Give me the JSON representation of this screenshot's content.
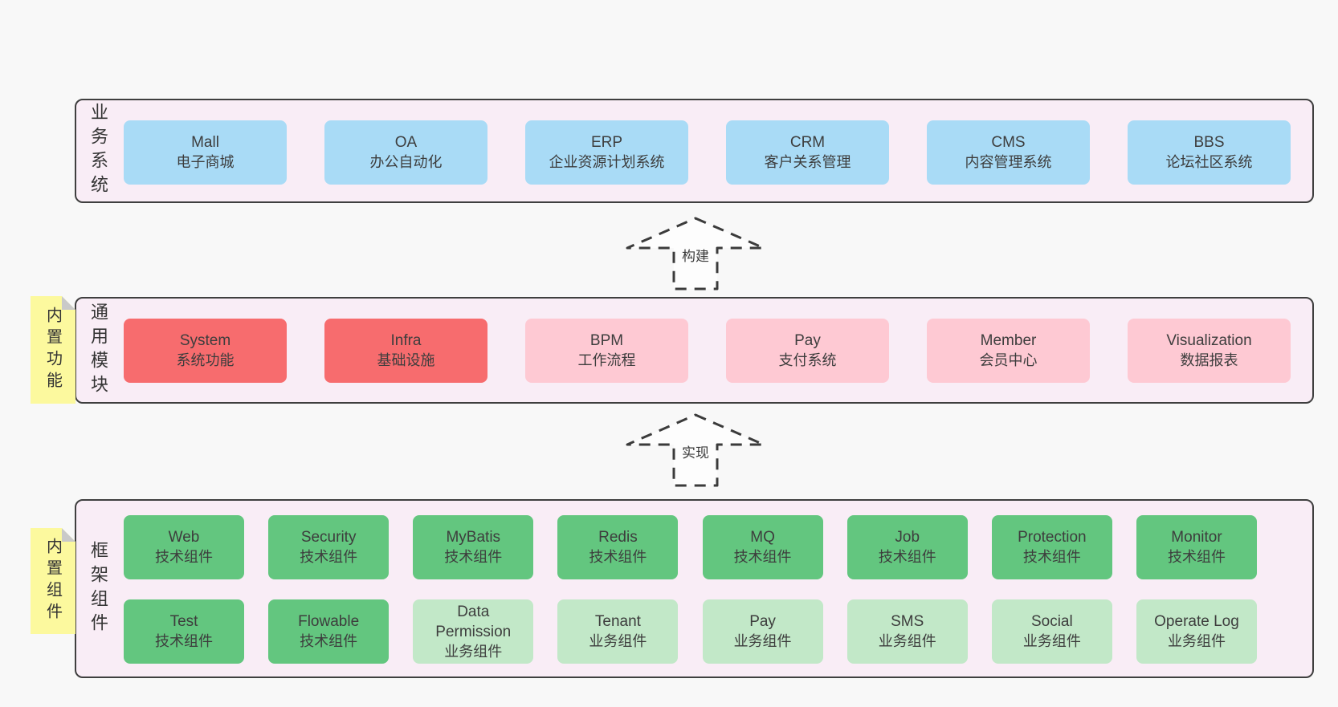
{
  "diagram": {
    "bands": [
      {
        "label": "业务系统",
        "boxes": [
          {
            "name": "Mall",
            "desc": "电子商城"
          },
          {
            "name": "OA",
            "desc": "办公自动化"
          },
          {
            "name": "ERP",
            "desc": "企业资源计划系统"
          },
          {
            "name": "CRM",
            "desc": "客户关系管理"
          },
          {
            "name": "CMS",
            "desc": "内容管理系统"
          },
          {
            "name": "BBS",
            "desc": "论坛社区系统"
          }
        ]
      },
      {
        "label": "通用模块",
        "note": "内置功能",
        "boxes": [
          {
            "name": "System",
            "desc": "系统功能"
          },
          {
            "name": "Infra",
            "desc": "基础设施"
          },
          {
            "name": "BPM",
            "desc": "工作流程"
          },
          {
            "name": "Pay",
            "desc": "支付系统"
          },
          {
            "name": "Member",
            "desc": "会员中心"
          },
          {
            "name": "Visualization",
            "desc": "数据报表"
          }
        ]
      },
      {
        "label": "框架组件",
        "note": "内置组件",
        "rows": [
          [
            {
              "name": "Web",
              "desc": "技术组件"
            },
            {
              "name": "Security",
              "desc": "技术组件"
            },
            {
              "name": "MyBatis",
              "desc": "技术组件"
            },
            {
              "name": "Redis",
              "desc": "技术组件"
            },
            {
              "name": "MQ",
              "desc": "技术组件"
            },
            {
              "name": "Job",
              "desc": "技术组件"
            },
            {
              "name": "Protection",
              "desc": "技术组件"
            },
            {
              "name": "Monitor",
              "desc": "技术组件"
            }
          ],
          [
            {
              "name": "Test",
              "desc": "技术组件"
            },
            {
              "name": "Flowable",
              "desc": "技术组件"
            },
            {
              "name": "Data Permission",
              "desc": "业务组件"
            },
            {
              "name": "Tenant",
              "desc": "业务组件"
            },
            {
              "name": "Pay",
              "desc": "业务组件"
            },
            {
              "name": "SMS",
              "desc": "业务组件"
            },
            {
              "name": "Social",
              "desc": "业务组件"
            },
            {
              "name": "Operate Log",
              "desc": "业务组件"
            }
          ]
        ]
      }
    ],
    "arrows": [
      {
        "label": "构建"
      },
      {
        "label": "实现"
      }
    ]
  },
  "colors": {
    "page_bg": "#f8f8f8",
    "band_bg": "#f9edf6",
    "band_border": "#3f3f3f",
    "blue_box": "#a9dbf6",
    "red_box": "#f76c6e",
    "pink_box": "#fec9d3",
    "green_dark_box": "#63c67f",
    "green_light_box": "#c2e8c8",
    "note_yellow": "#fcf99e",
    "note_fold_gray": "#c9c9c9",
    "text": "#3d3d3d"
  }
}
